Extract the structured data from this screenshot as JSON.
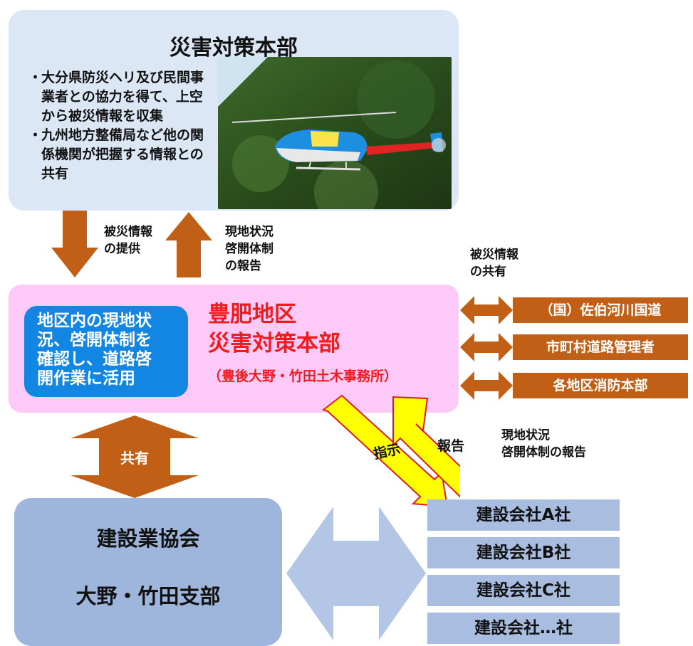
{
  "hq": {
    "title": "災害対策本部",
    "bullets": [
      {
        "mark": "・",
        "text": "大分県防災ヘリ及び民間事業者との協力を得て、上空から被災情報を収集"
      },
      {
        "mark": "・",
        "text": "九州地方整備局など他の関係機関が把握する情報との共有"
      }
    ]
  },
  "flows": {
    "down_label": [
      "被災情報",
      "の提供"
    ],
    "up_label": [
      "現地状況",
      "啓開体制",
      "の報告"
    ],
    "share_label": [
      "被災情報",
      "の共有"
    ],
    "instruct": "指示",
    "report": "報告",
    "report_note": [
      "現地状況",
      "啓開体制の報告"
    ],
    "common": "共有"
  },
  "district": {
    "blue_note": [
      "地区内の現地状",
      "況、啓開体制を",
      "確認し、道路啓",
      "開作業に活用"
    ],
    "title_lines": [
      "豊肥地区",
      "災害対策本部"
    ],
    "office": "（豊後大野・竹田土木事務所）"
  },
  "orgs": [
    "（国）佐伯河川国道",
    "市町村道路管理者",
    "各地区消防本部"
  ],
  "association": {
    "line1": "建設業協会",
    "line2": "大野・竹田支部"
  },
  "companies": [
    "建設会社A社",
    "建設会社B社",
    "建設会社C社",
    "建設会社…社"
  ],
  "colors": {
    "orange": "#c25f16",
    "pink": "#fcc9f8",
    "blue": "#1286e2",
    "yellow": "#ffff00",
    "red_text": "#f21b1b"
  }
}
